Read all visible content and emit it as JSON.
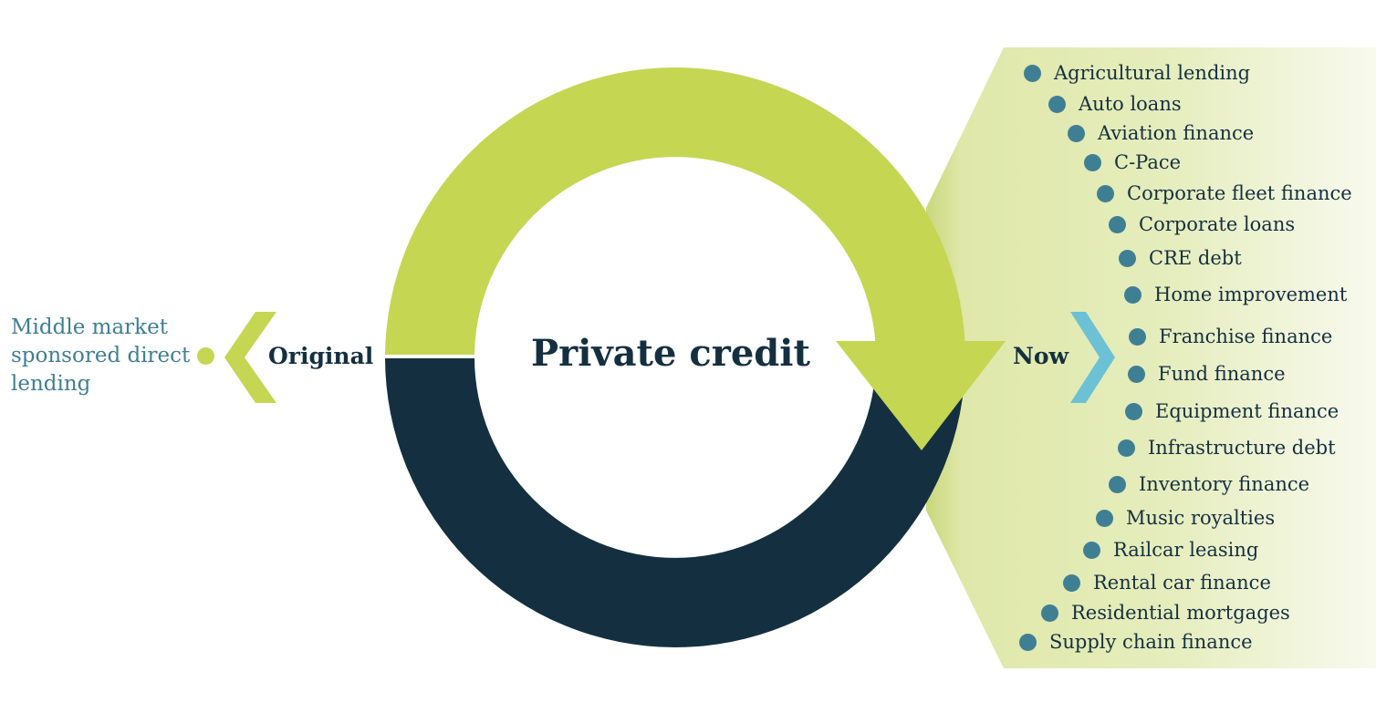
{
  "title": "Private credit",
  "original": {
    "label": "Original",
    "description": "Middle market sponsored direct lending"
  },
  "now": {
    "label": "Now",
    "items": [
      "Agricultural lending",
      "Auto loans",
      "Aviation finance",
      "C-Pace",
      "Corporate fleet finance",
      "Corporate loans",
      "CRE debt",
      "Home improvement",
      "Franchise finance",
      "Fund finance",
      "Equipment finance",
      "Infrastructure debt",
      "Inventory finance",
      "Music royalties",
      "Railcar leasing",
      "Rental car finance",
      "Residential mortgages",
      "Supply chain finance"
    ]
  },
  "colors": {
    "lime": "#c5d653",
    "navy": "#143040",
    "teal": "#3f7f94",
    "light_blue": "#6cc2d4",
    "panel": "#e5ecb8"
  },
  "icons": {
    "left_chevron": "chevron-left-icon",
    "right_chevron": "chevron-right-icon",
    "cycle_arrow": "arrow-down-icon"
  }
}
